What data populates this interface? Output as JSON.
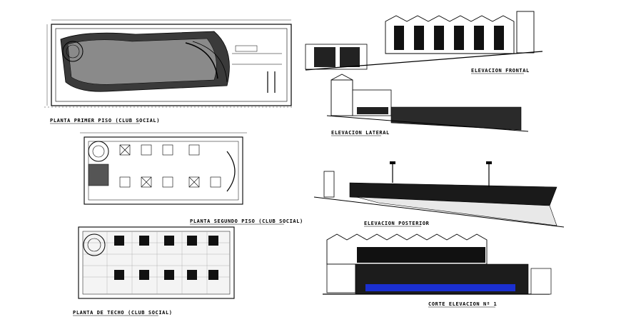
{
  "drawings": [
    {
      "id": "plan-first-floor",
      "label": "PLANTA PRIMER PISO (CLUB SOCIAL)"
    },
    {
      "id": "plan-second-floor",
      "label": "PLANTA SEGUNDO PISO (CLUB SOCIAL)"
    },
    {
      "id": "plan-roof",
      "label": "PLANTA DE TECHO (CLUB SOCIAL)"
    },
    {
      "id": "elev-front",
      "label": "ELEVACION FRONTAL"
    },
    {
      "id": "elev-side",
      "label": "ELEVACION LATERAL"
    },
    {
      "id": "elev-rear",
      "label": "ELEVACION POSTERIOR"
    },
    {
      "id": "section-1",
      "label": "CORTE ELEVACION Nº 1"
    }
  ],
  "colors": {
    "ink": "#000000",
    "paper": "#ffffff",
    "water": "#1a2fd0"
  }
}
